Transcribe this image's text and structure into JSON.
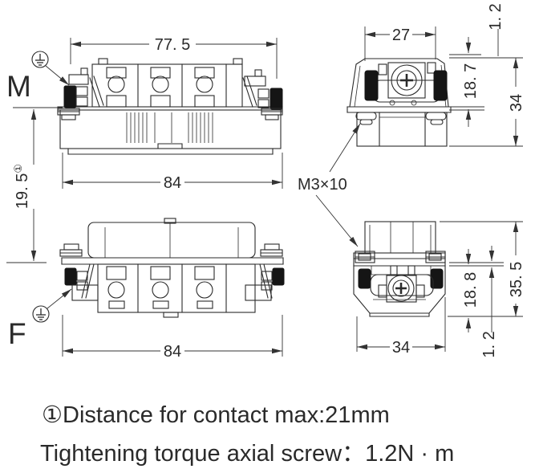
{
  "drawing": {
    "labels": {
      "male_view": "M",
      "female_view": "F",
      "screw_spec": "M3×10"
    },
    "dims": {
      "male_top_width": "77. 5",
      "male_overall_width": "84",
      "contact_distance": "19. 5",
      "contact_distance_ref": "①",
      "male_end_top_width": "27",
      "male_end_lip": "1. 2",
      "male_end_insert_height": "18. 7",
      "male_end_height": "34",
      "female_overall_width": "84",
      "female_end_width": "34",
      "female_end_insert_height": "18. 8",
      "female_end_height": "35. 5",
      "female_end_lip": "1. 2"
    },
    "notes": [
      "①Distance for contact max:21mm",
      "Tightening torque axial screw：1.2N · m"
    ],
    "colors": {
      "line": "#2b2b2b",
      "dim_line": "#333333",
      "seal": "#111111",
      "background": "#ffffff"
    }
  }
}
